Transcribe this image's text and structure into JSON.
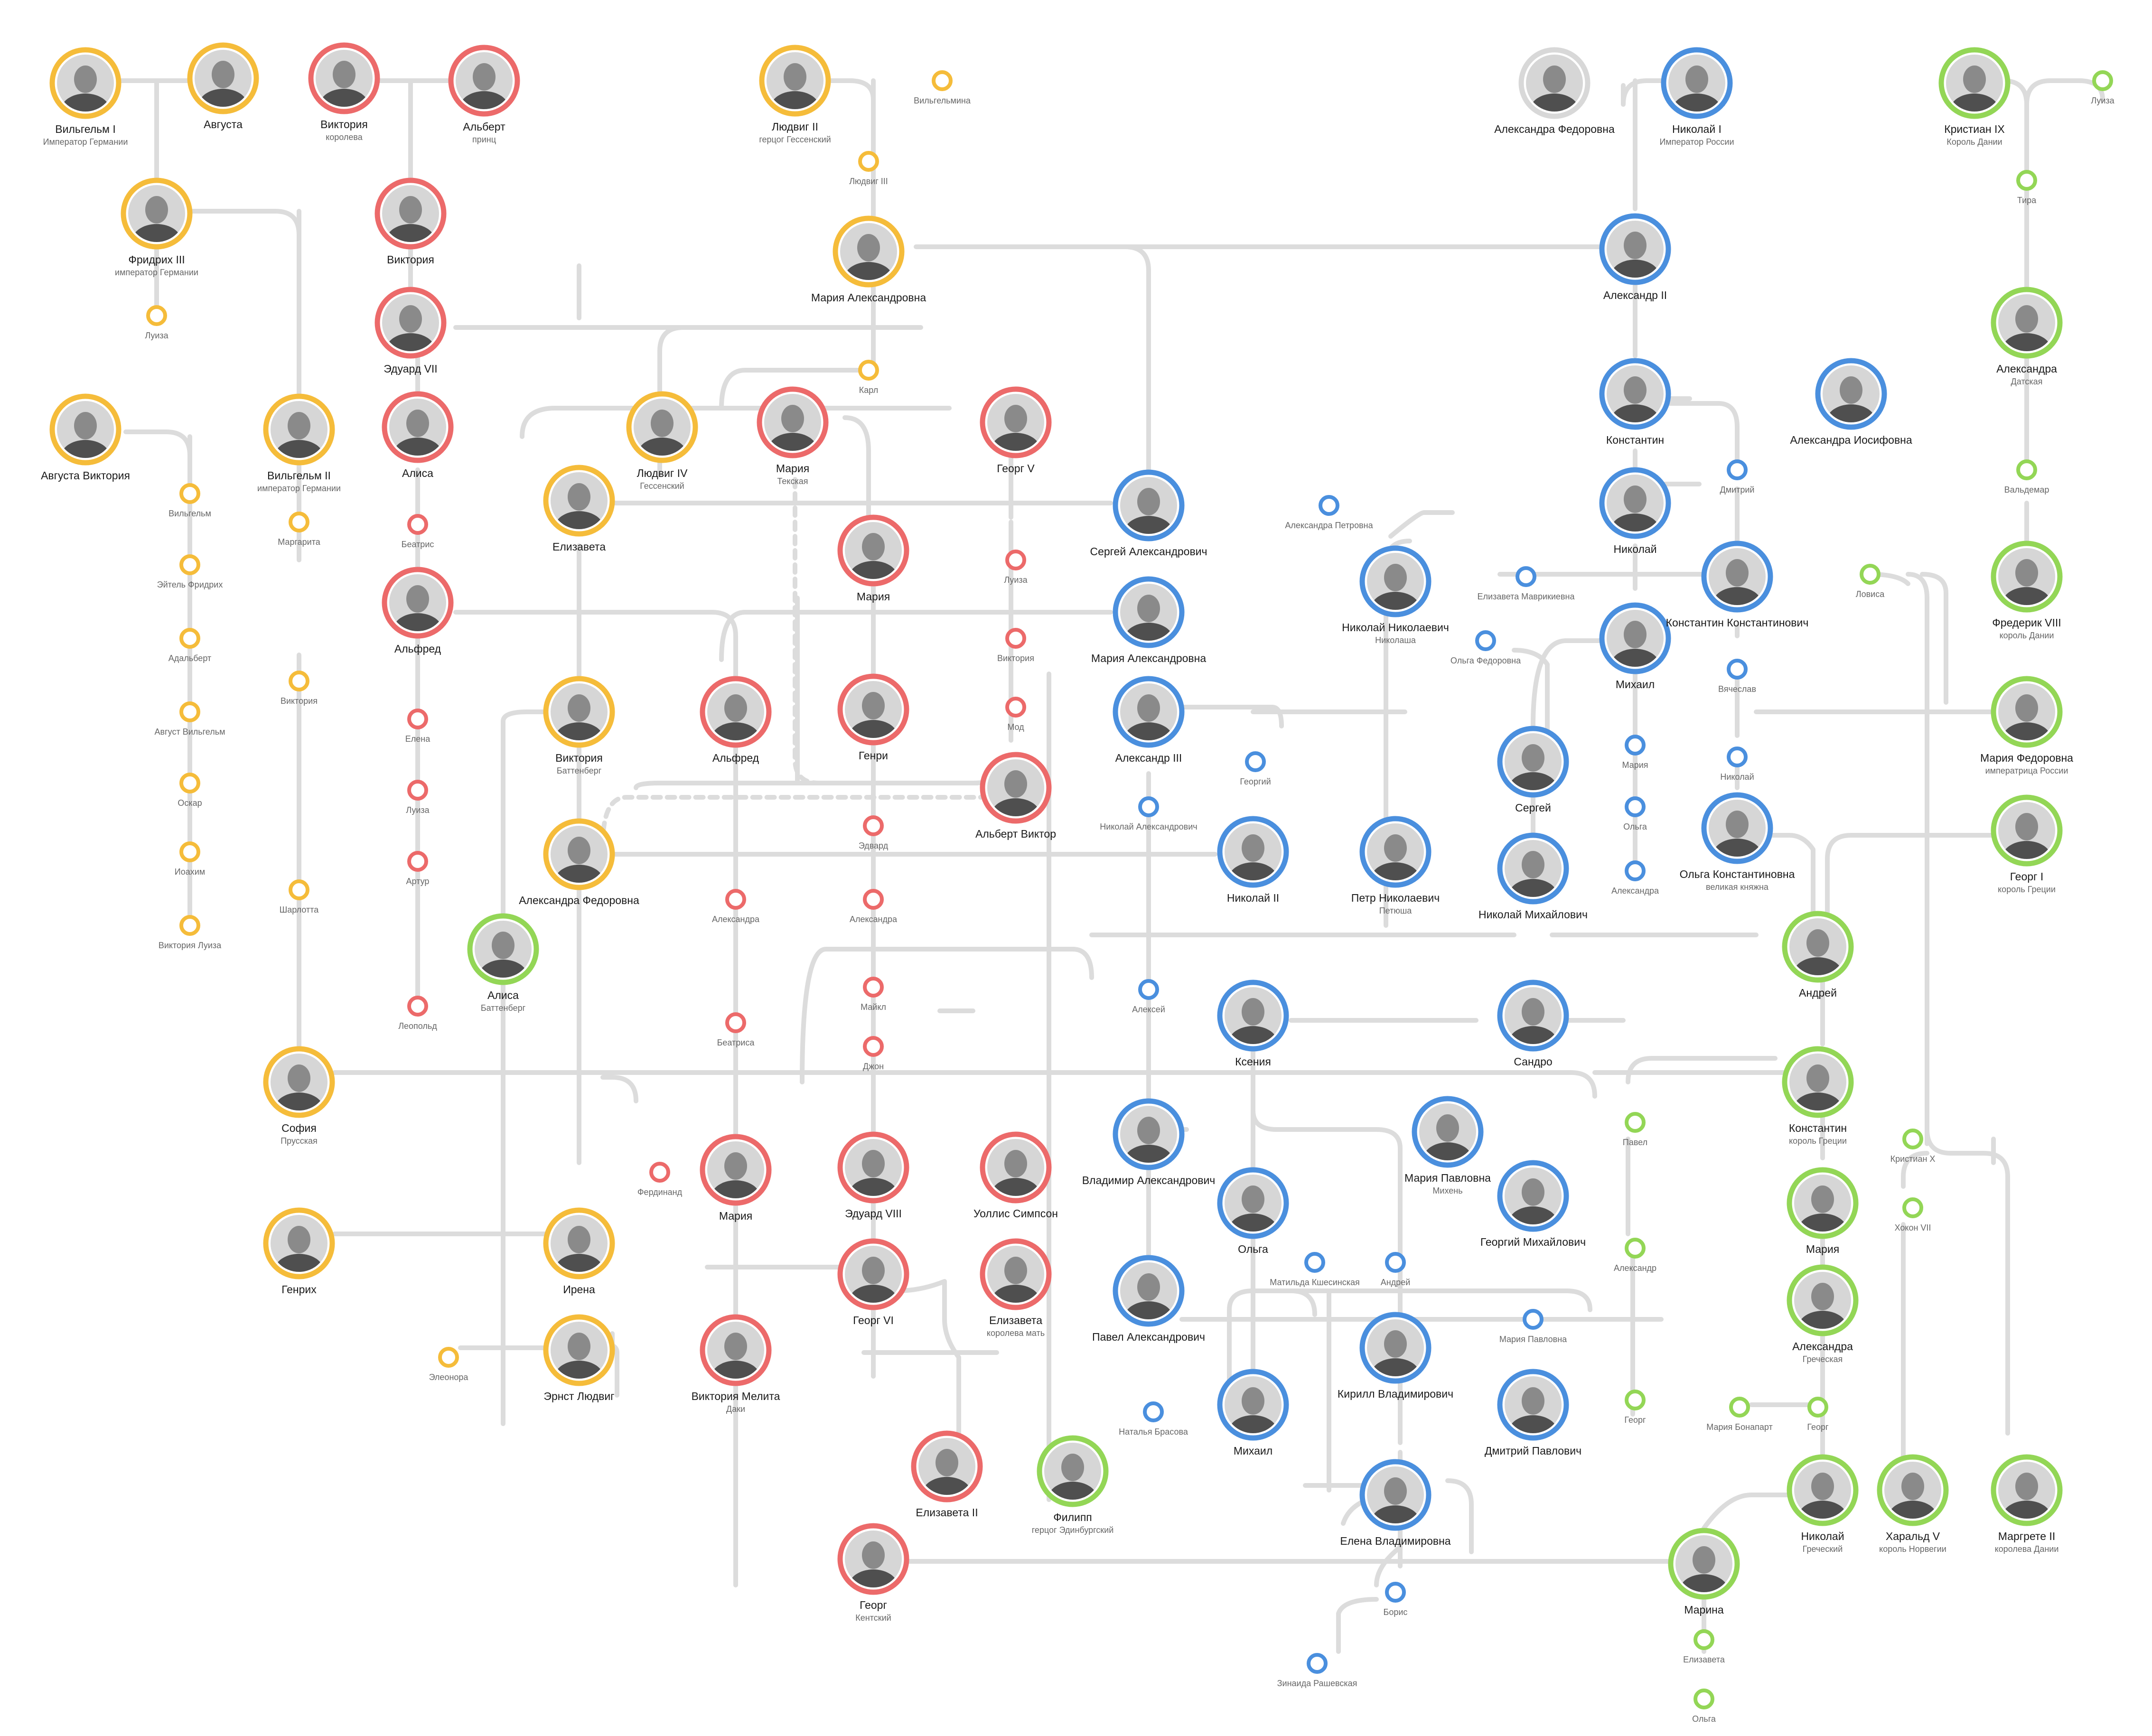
{
  "palette": {
    "yellow": "#f5bc3a",
    "red": "#ec6a6a",
    "blue": "#4a8fde",
    "green": "#93d656",
    "grey": "#d8d8d8",
    "line": "#dcdcdc"
  },
  "people": [
    {
      "id": "wilhelm1",
      "name": "Вильгельм I",
      "sub": "Император Германии",
      "c": "yellow"
    },
    {
      "id": "augusta",
      "name": "Августа",
      "sub": "",
      "c": "yellow"
    },
    {
      "id": "victoria_q",
      "name": "Виктория",
      "sub": "королева",
      "c": "red"
    },
    {
      "id": "albert",
      "name": "Альберт",
      "sub": "принц",
      "c": "red"
    },
    {
      "id": "friedrich3",
      "name": "Фридрих III",
      "sub": "император Германии",
      "c": "yellow"
    },
    {
      "id": "victoria_pr",
      "name": "Виктория",
      "sub": "",
      "c": "red"
    },
    {
      "id": "edward7",
      "name": "Эдуард VII",
      "sub": "",
      "c": "red"
    },
    {
      "id": "aug_victoria",
      "name": "Августа Виктория",
      "sub": "",
      "c": "yellow"
    },
    {
      "id": "wilhelm2",
      "name": "Вильгельм II",
      "sub": "император Германии",
      "c": "yellow"
    },
    {
      "id": "alice",
      "name": "Алиса",
      "sub": "",
      "c": "red"
    },
    {
      "id": "alfred1",
      "name": "Альфред",
      "sub": "",
      "c": "red"
    },
    {
      "id": "ludwig2",
      "name": "Людвиг II",
      "sub": "герцог Гессенский",
      "c": "yellow"
    },
    {
      "id": "maria_alex1",
      "name": "Мария Александровна",
      "sub": "",
      "c": "yellow"
    },
    {
      "id": "ludwig4",
      "name": "Людвиг IV",
      "sub": "Гессенский",
      "c": "yellow"
    },
    {
      "id": "elizaveta",
      "name": "Елизавета",
      "sub": "",
      "c": "yellow"
    },
    {
      "id": "maria_teck",
      "name": "Мария",
      "sub": "Текская",
      "c": "red"
    },
    {
      "id": "georg5",
      "name": "Георг V",
      "sub": "",
      "c": "red"
    },
    {
      "id": "maria_r",
      "name": "Мария",
      "sub": "",
      "c": "red"
    },
    {
      "id": "victoria_batt",
      "name": "Виктория",
      "sub": "Баттенберг",
      "c": "yellow"
    },
    {
      "id": "alfred2",
      "name": "Альфред",
      "sub": "",
      "c": "red"
    },
    {
      "id": "henry",
      "name": "Генри",
      "sub": "",
      "c": "red"
    },
    {
      "id": "albert_victor",
      "name": "Альберт Виктор",
      "sub": "",
      "c": "red"
    },
    {
      "id": "alex_fed2",
      "name": "Александра Федоровна",
      "sub": "",
      "c": "yellow"
    },
    {
      "id": "alice_batt",
      "name": "Алиса",
      "sub": "Баттенберг",
      "c": "green"
    },
    {
      "id": "sofia",
      "name": "София",
      "sub": "Прусская",
      "c": "yellow"
    },
    {
      "id": "heinrich",
      "name": "Генрих",
      "sub": "",
      "c": "yellow"
    },
    {
      "id": "irena",
      "name": "Ирена",
      "sub": "",
      "c": "yellow"
    },
    {
      "id": "ernst",
      "name": "Эрнст Людвиг",
      "sub": "",
      "c": "yellow"
    },
    {
      "id": "maria_rom",
      "name": "Мария",
      "sub": "",
      "c": "red"
    },
    {
      "id": "vic_melita",
      "name": "Виктория Мелита",
      "sub": "Даки",
      "c": "red"
    },
    {
      "id": "edward8",
      "name": "Эдуард VIII",
      "sub": "",
      "c": "red"
    },
    {
      "id": "simpson",
      "name": "Уоллис Симпсон",
      "sub": "",
      "c": "red"
    },
    {
      "id": "georg6",
      "name": "Георг VI",
      "sub": "",
      "c": "red"
    },
    {
      "id": "eliz_qm",
      "name": "Елизавета",
      "sub": "королева мать",
      "c": "red"
    },
    {
      "id": "elizabeth2",
      "name": "Елизавета II",
      "sub": "",
      "c": "red"
    },
    {
      "id": "philip",
      "name": "Филипп",
      "sub": "герцог Эдинбургский",
      "c": "green"
    },
    {
      "id": "george_kent",
      "name": "Георг",
      "sub": "Кентский",
      "c": "red"
    },
    {
      "id": "alex_fed1",
      "name": "Александра Федоровна",
      "sub": "",
      "c": "grey"
    },
    {
      "id": "nikolai1",
      "name": "Николай I",
      "sub": "Император России",
      "c": "blue"
    },
    {
      "id": "alex2",
      "name": "Александр II",
      "sub": "",
      "c": "blue"
    },
    {
      "id": "konstantin",
      "name": "Константин",
      "sub": "",
      "c": "blue"
    },
    {
      "id": "alex_ios",
      "name": "Александра Иосифовна",
      "sub": "",
      "c": "blue"
    },
    {
      "id": "sergei_a",
      "name": "Сергей Александрович",
      "sub": "",
      "c": "blue"
    },
    {
      "id": "maria_alex2",
      "name": "Мария Александровна",
      "sub": "",
      "c": "blue"
    },
    {
      "id": "alex3",
      "name": "Александр III",
      "sub": "",
      "c": "blue"
    },
    {
      "id": "nikolai",
      "name": "Николай",
      "sub": "",
      "c": "blue"
    },
    {
      "id": "nik_nik",
      "name": "Николай Николаевич",
      "sub": "Николаша",
      "c": "blue"
    },
    {
      "id": "mikhail1",
      "name": "Михаил",
      "sub": "",
      "c": "blue"
    },
    {
      "id": "konst_konst",
      "name": "Константин Константинович",
      "sub": "",
      "c": "blue"
    },
    {
      "id": "sergei",
      "name": "Сергей",
      "sub": "",
      "c": "blue"
    },
    {
      "id": "olga_k",
      "name": "Ольга Константиновна",
      "sub": "великая княжна",
      "c": "blue"
    },
    {
      "id": "nicholas2",
      "name": "Николай II",
      "sub": "",
      "c": "blue"
    },
    {
      "id": "petr",
      "name": "Петр Николаевич",
      "sub": "Петюша",
      "c": "blue"
    },
    {
      "id": "nik_mikh",
      "name": "Николай Михайлович",
      "sub": "",
      "c": "blue"
    },
    {
      "id": "ksenia",
      "name": "Ксения",
      "sub": "",
      "c": "blue"
    },
    {
      "id": "sandro",
      "name": "Сандро",
      "sub": "",
      "c": "blue"
    },
    {
      "id": "vladimir",
      "name": "Владимир Александрович",
      "sub": "",
      "c": "blue"
    },
    {
      "id": "olga",
      "name": "Ольга",
      "sub": "",
      "c": "blue"
    },
    {
      "id": "maria_pav",
      "name": "Мария Павловна",
      "sub": "Михень",
      "c": "blue"
    },
    {
      "id": "georg_mikh",
      "name": "Георгий Михайлович",
      "sub": "",
      "c": "blue"
    },
    {
      "id": "pavel_a",
      "name": "Павел Александрович",
      "sub": "",
      "c": "blue"
    },
    {
      "id": "kirill",
      "name": "Кирилл Владимирович",
      "sub": "",
      "c": "blue"
    },
    {
      "id": "dmitri",
      "name": "Дмитрий Павлович",
      "sub": "",
      "c": "blue"
    },
    {
      "id": "mikhail2",
      "name": "Михаил",
      "sub": "",
      "c": "blue"
    },
    {
      "id": "elena_vlad",
      "name": "Елена Владимировна",
      "sub": "",
      "c": "blue"
    },
    {
      "id": "christian9",
      "name": "Кристиан IX",
      "sub": "Король Дании",
      "c": "green"
    },
    {
      "id": "alexandra_d",
      "name": "Александра",
      "sub": "Датская",
      "c": "green"
    },
    {
      "id": "frederik8",
      "name": "Фредерик VIII",
      "sub": "король Дании",
      "c": "green"
    },
    {
      "id": "maria_fed",
      "name": "Мария Федоровна",
      "sub": "императрица России",
      "c": "green"
    },
    {
      "id": "georg1",
      "name": "Георг I",
      "sub": "король Греции",
      "c": "green"
    },
    {
      "id": "andrei",
      "name": "Андрей",
      "sub": "",
      "c": "green"
    },
    {
      "id": "konst_gr",
      "name": "Константин",
      "sub": "король Греции",
      "c": "green"
    },
    {
      "id": "maria_g",
      "name": "Мария",
      "sub": "",
      "c": "green"
    },
    {
      "id": "alex_gr",
      "name": "Александра",
      "sub": "Греческая",
      "c": "green"
    },
    {
      "id": "nikolai_gr",
      "name": "Николай",
      "sub": "Греческий",
      "c": "green"
    },
    {
      "id": "harald5",
      "name": "Харальд V",
      "sub": "король Норвегии",
      "c": "green"
    },
    {
      "id": "margrethe",
      "name": "Маргрете II",
      "sub": "королева Дании",
      "c": "green"
    },
    {
      "id": "marina",
      "name": "Марина",
      "sub": "",
      "c": "green"
    }
  ],
  "minor": [
    {
      "id": "luiza1",
      "label": "Луиза",
      "c": "yellow"
    },
    {
      "id": "wilhelmina",
      "label": "Вильгельмина",
      "c": "yellow"
    },
    {
      "id": "ludwig3",
      "label": "Людвиг III",
      "c": "yellow"
    },
    {
      "id": "karl",
      "label": "Карл",
      "c": "yellow"
    },
    {
      "id": "m_wilhelm",
      "label": "Вильгельм",
      "c": "yellow"
    },
    {
      "id": "m_eitel",
      "label": "Эйтель Фридрих",
      "c": "yellow"
    },
    {
      "id": "m_adalbert",
      "label": "Адальберт",
      "c": "yellow"
    },
    {
      "id": "m_august",
      "label": "Август Вильгельм",
      "c": "yellow"
    },
    {
      "id": "m_oskar",
      "label": "Оскар",
      "c": "yellow"
    },
    {
      "id": "m_joachim",
      "label": "Иоахим",
      "c": "yellow"
    },
    {
      "id": "m_vicluiza",
      "label": "Виктория Луиза",
      "c": "yellow"
    },
    {
      "id": "m_margarita",
      "label": "Маргарита",
      "c": "yellow"
    },
    {
      "id": "m_victoria_w",
      "label": "Виктория",
      "c": "yellow"
    },
    {
      "id": "m_sharlotta",
      "label": "Шарлотта",
      "c": "yellow"
    },
    {
      "id": "m_eleonora",
      "label": "Элеонора",
      "c": "yellow"
    },
    {
      "id": "m_beatris",
      "label": "Беатрис",
      "c": "red"
    },
    {
      "id": "m_elena",
      "label": "Елена",
      "c": "red"
    },
    {
      "id": "m_luiza2",
      "label": "Луиза",
      "c": "red"
    },
    {
      "id": "m_artur",
      "label": "Артур",
      "c": "red"
    },
    {
      "id": "m_leopold",
      "label": "Леопольд",
      "c": "red"
    },
    {
      "id": "m_luiza3",
      "label": "Луиза",
      "c": "red"
    },
    {
      "id": "m_victoria3",
      "label": "Виктория",
      "c": "red"
    },
    {
      "id": "m_maud",
      "label": "Мод",
      "c": "red"
    },
    {
      "id": "m_edward",
      "label": "Эдвард",
      "c": "red"
    },
    {
      "id": "m_alexandra_r",
      "label": "Александра",
      "c": "red"
    },
    {
      "id": "m_alexandra_r2",
      "label": "Александра",
      "c": "red"
    },
    {
      "id": "m_beatrisa",
      "label": "Беатриса",
      "c": "red"
    },
    {
      "id": "m_michael",
      "label": "Майкл",
      "c": "red"
    },
    {
      "id": "m_john",
      "label": "Джон",
      "c": "red"
    },
    {
      "id": "m_ferdinand",
      "label": "Фердинанд",
      "c": "red"
    },
    {
      "id": "m_alex_petr",
      "label": "Александра Петровна",
      "c": "blue"
    },
    {
      "id": "m_dmitri",
      "label": "Дмитрий",
      "c": "blue"
    },
    {
      "id": "m_eliz_mavr",
      "label": "Елизавета Маврикиевна",
      "c": "blue"
    },
    {
      "id": "m_olga_fed",
      "label": "Ольга Федоровна",
      "c": "blue"
    },
    {
      "id": "m_vyacheslav",
      "label": "Вячеслав",
      "c": "blue"
    },
    {
      "id": "m_georgi",
      "label": "Георгий",
      "c": "blue"
    },
    {
      "id": "m_nik_alex",
      "label": "Николай Александрович",
      "c": "blue"
    },
    {
      "id": "m_maria_b",
      "label": "Мария",
      "c": "blue"
    },
    {
      "id": "m_olga_b",
      "label": "Ольга",
      "c": "blue"
    },
    {
      "id": "m_alexandra_b",
      "label": "Александра",
      "c": "blue"
    },
    {
      "id": "m_nikolai_b",
      "label": "Николай",
      "c": "blue"
    },
    {
      "id": "m_aleksei",
      "label": "Алексей",
      "c": "blue"
    },
    {
      "id": "m_matilda",
      "label": "Матильда Кшесинская",
      "c": "blue"
    },
    {
      "id": "m_andrei",
      "label": "Андрей",
      "c": "blue"
    },
    {
      "id": "m_maria_pav2",
      "label": "Мария Павловна",
      "c": "blue"
    },
    {
      "id": "m_natalia",
      "label": "Наталья Брасова",
      "c": "blue"
    },
    {
      "id": "m_boris",
      "label": "Борис",
      "c": "blue"
    },
    {
      "id": "m_zinaida",
      "label": "Зинаида Рашевская",
      "c": "blue"
    },
    {
      "id": "m_luiza_g",
      "label": "Луиза",
      "c": "green"
    },
    {
      "id": "m_tira",
      "label": "Тира",
      "c": "green"
    },
    {
      "id": "m_valdemar",
      "label": "Вальдемар",
      "c": "green"
    },
    {
      "id": "m_lovisa",
      "label": "Ловиса",
      "c": "green"
    },
    {
      "id": "m_pavel",
      "label": "Павел",
      "c": "green"
    },
    {
      "id": "m_christian10",
      "label": "Кристиан X",
      "c": "green"
    },
    {
      "id": "m_haakon",
      "label": "Хокон VII",
      "c": "green"
    },
    {
      "id": "m_alexandr_g",
      "label": "Александр",
      "c": "green"
    },
    {
      "id": "m_georg_g1",
      "label": "Георг",
      "c": "green"
    },
    {
      "id": "m_maria_bon",
      "label": "Мария Бонапарт",
      "c": "green"
    },
    {
      "id": "m_georg_g2",
      "label": "Георг",
      "c": "green"
    },
    {
      "id": "m_elizaveta_g",
      "label": "Елизавета",
      "c": "green"
    },
    {
      "id": "m_olga_g",
      "label": "Ольга",
      "c": "green"
    }
  ]
}
